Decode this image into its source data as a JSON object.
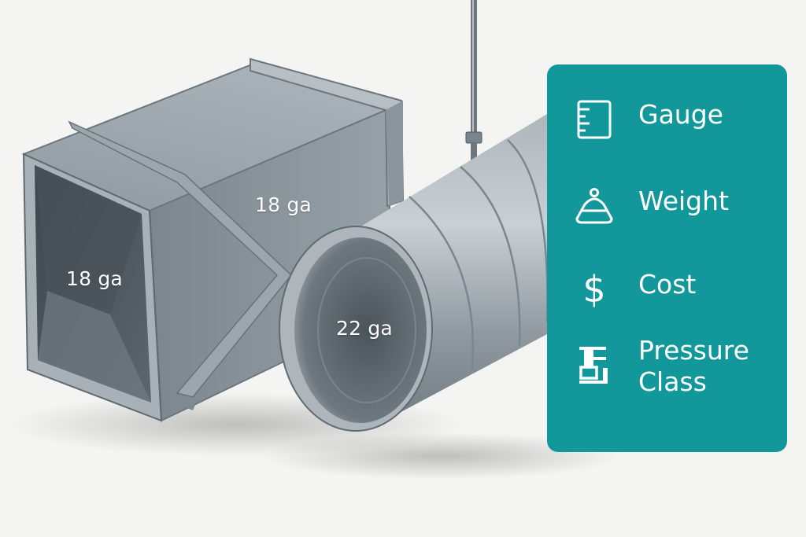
{
  "duct_labels": {
    "rectangular_front": "18 ga",
    "rectangular_top": "18 ga",
    "round_inside": "22 ga"
  },
  "features": {
    "gauge": {
      "label": "Gauge",
      "icon": "ruler-icon"
    },
    "weight": {
      "label": "Weight",
      "icon": "weight-icon"
    },
    "cost": {
      "label": "Cost",
      "icon": "dollar-icon",
      "glyph": "$"
    },
    "pressure_class": {
      "label": "Pressure\nClass",
      "icon": "pressure-class-icon"
    }
  },
  "colors": {
    "background": "#f4f4f2",
    "panel": "#12979a",
    "panel_text": "#ffffff",
    "steel_dark": "#4f5a63",
    "steel_mid": "#8e989f",
    "steel_light": "#c7cdd1"
  }
}
